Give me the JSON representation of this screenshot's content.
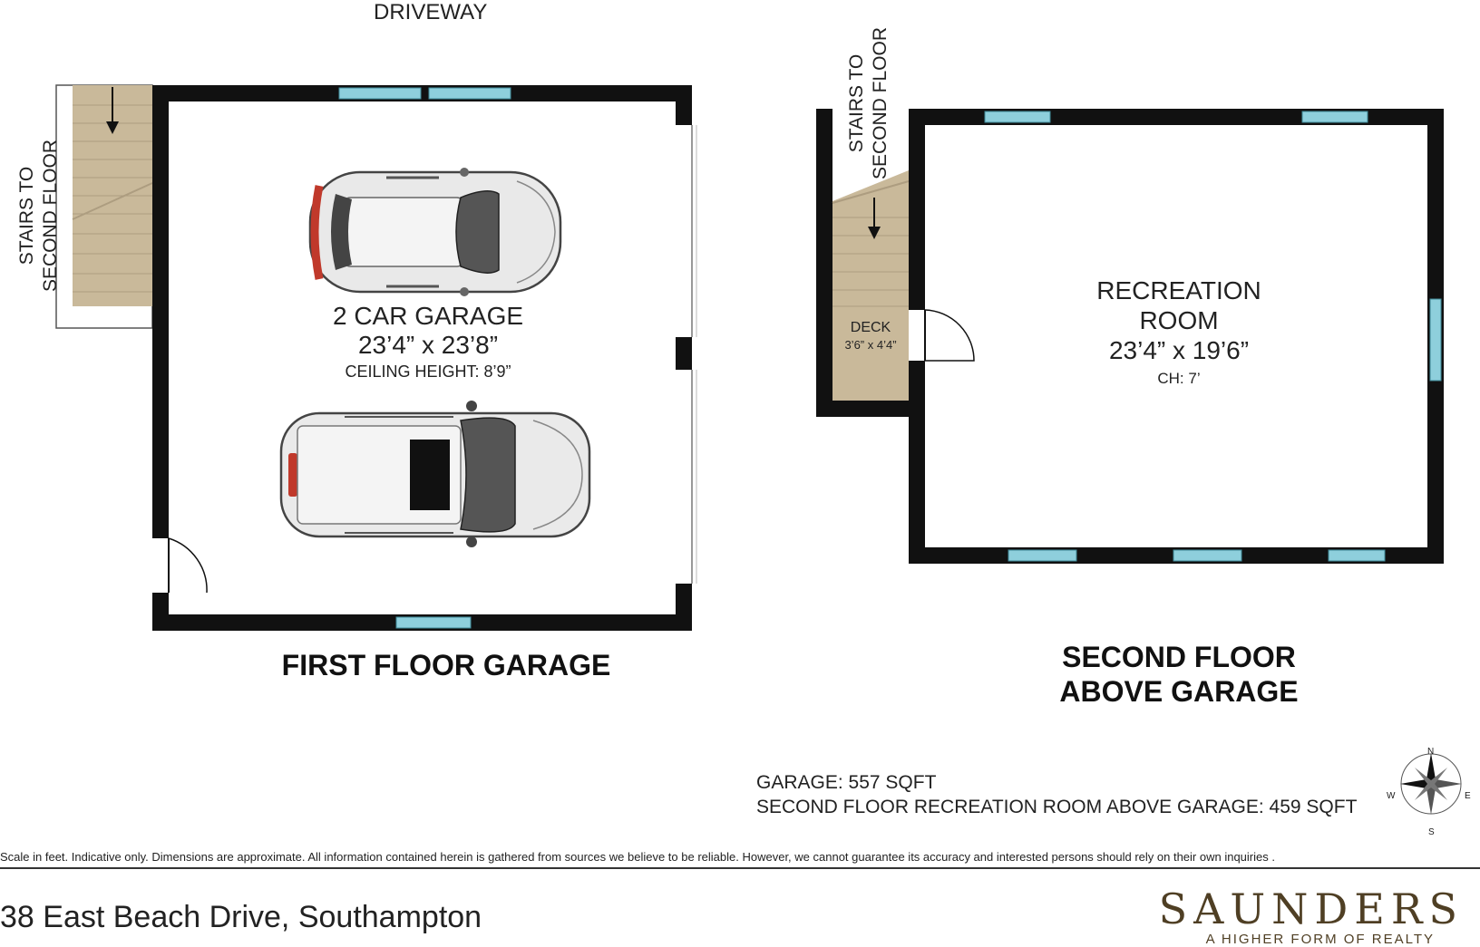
{
  "labels": {
    "driveway": "DRIVEWAY",
    "stairs_line1": "STAIRS TO",
    "stairs_line2": "SECOND FLOOR",
    "garage": {
      "name": "2 CAR GARAGE",
      "size": "23’4” x 23’8”",
      "ceiling": "CEILING HEIGHT: 8’9”"
    },
    "recreation": {
      "name_line1": "RECREATION",
      "name_line2": "ROOM",
      "size": "23’4” x 19’6”",
      "ceiling": "CH: 7’"
    },
    "deck": {
      "name": "DECK",
      "size": "3’6” x 4’4”"
    }
  },
  "headings": {
    "first_floor": "FIRST FLOOR GARAGE",
    "second_floor_line1": "SECOND FLOOR",
    "second_floor_line2": "ABOVE GARAGE"
  },
  "areas": {
    "garage": "GARAGE: 557 SQFT",
    "recreation": "SECOND FLOOR RECREATION ROOM ABOVE GARAGE: 459 SQFT"
  },
  "compass": {
    "n": "N",
    "s": "S",
    "e": "E",
    "w": "W"
  },
  "footer": {
    "disclaimer": "Scale in feet. Indicative only. Dimensions are approximate. All information contained herein is gathered from sources we believe to be reliable. However, we cannot guarantee its accuracy and interested persons should rely on their own inquiries .",
    "address": "38 East Beach Drive, Southampton",
    "brand": "SAUNDERS",
    "tagline": "A HIGHER FORM OF REALTY"
  },
  "colors": {
    "wall": "#111111",
    "window": "#8ecfdc",
    "stairs": "#c9b99a",
    "brand": "#4f3f24"
  }
}
